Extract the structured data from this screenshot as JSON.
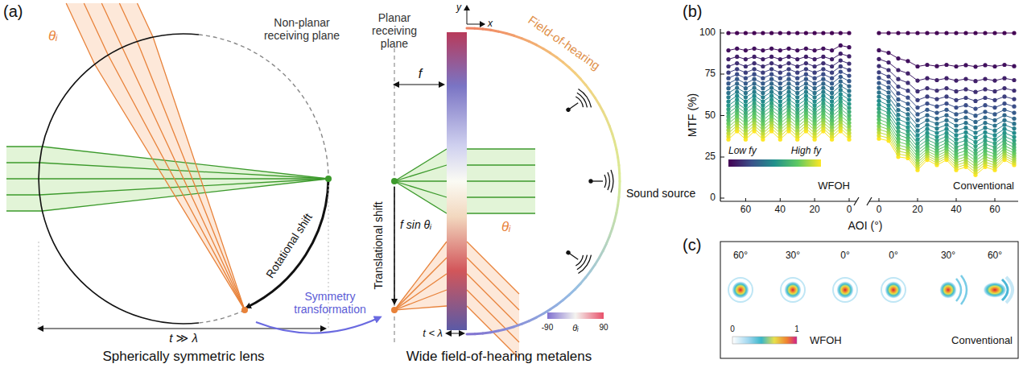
{
  "diagram": {
    "labels": [
      "(a)",
      "Non-planar receiving plane",
      "θᵢ",
      "Rotational shift",
      "Symmetry transformation",
      "t ≫ λ",
      "Spherically symmetric lens",
      "Planar receiving plane",
      "y",
      "x",
      "Field-of-hearing",
      "f",
      "Translational shift",
      "f sin θᵢ",
      "θᵢ",
      "Sound source",
      "t < λ",
      "-90",
      "θᵢ",
      "90",
      "Wide field-of-hearing metalens",
      "(b)",
      "MTF (%)",
      "100",
      "75",
      "50",
      "25",
      "0",
      "Low fy",
      "High fy",
      "WFOH",
      "Conventional",
      "60",
      "40",
      "20",
      "0",
      "0",
      "20",
      "40",
      "60",
      "AOI (°)",
      "(c)",
      "60°",
      "30°",
      "0°",
      "0°",
      "30°",
      "60°",
      "0",
      "1",
      "WFOH",
      "Conventional"
    ]
  }
}
